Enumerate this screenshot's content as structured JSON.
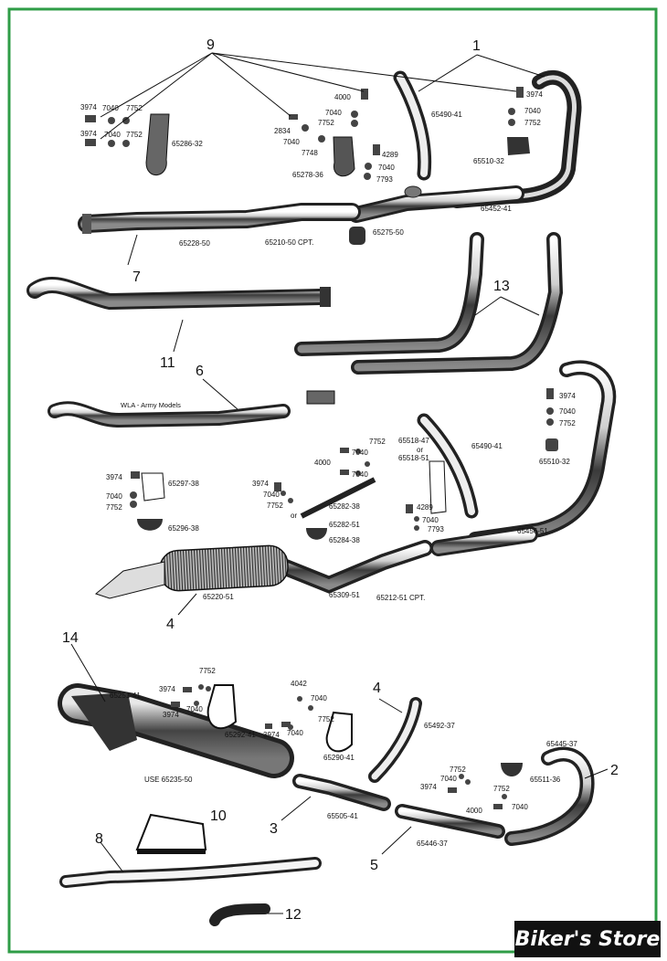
{
  "colors": {
    "border": "#2f9d47",
    "ink": "#111111",
    "badge_bg": "#111111",
    "badge_text": "#ffffff"
  },
  "brand": {
    "logo_text": "Biker's Store"
  },
  "callouts": {
    "c1": "1",
    "c2": "2",
    "c3": "3",
    "c4a": "4",
    "c4b": "4",
    "c5": "5",
    "c6": "6",
    "c7": "7",
    "c8": "8",
    "c9": "9",
    "c10": "10",
    "c11": "11",
    "c12": "12",
    "c13": "13",
    "c14": "14"
  },
  "notes": {
    "wla": "WLA - Army Models",
    "or1": "or",
    "or2": "or",
    "use": "USE 65235-50"
  },
  "part_numbers": {
    "p01": "3974",
    "p02": "7040",
    "p03": "7752",
    "p04": "3974",
    "p05": "7040",
    "p06": "7752",
    "p07": "65286-32",
    "p08": "2834",
    "p09": "7040",
    "p10": "7748",
    "p11": "4000",
    "p12": "7040",
    "p13": "7752",
    "p14": "65278-36",
    "p15": "4289",
    "p16": "7040",
    "p17": "7793",
    "p18": "65490-41",
    "p19": "3974",
    "p20": "7040",
    "p21": "7752",
    "p22": "65510-32",
    "p23": "65452-41",
    "p24": "65228-50",
    "p25": "65210-50 CPT.",
    "p26": "65275-50",
    "p27": "3974",
    "p28": "7040",
    "p29": "7752",
    "p30": "65490-41",
    "p31": "65518-47",
    "p32": "65518-51",
    "p33": "7752",
    "p34": "4000",
    "p35": "7040",
    "p36": "7040",
    "p37": "3974",
    "p38": "7040",
    "p39": "7752",
    "p40": "65282-38",
    "p41": "65282-51",
    "p42": "4289",
    "p43": "7040",
    "p44": "7793",
    "p45": "65510-32",
    "p46": "65456-51",
    "p47": "3974",
    "p48": "65297-38",
    "p49": "7040",
    "p50": "7752",
    "p51": "65296-38",
    "p52": "65284-38",
    "p53": "65220-51",
    "p54": "65309-51",
    "p55": "65212-51 CPT.",
    "p56": "65251-41",
    "p57": "7752",
    "p58": "3974",
    "p59": "7040",
    "p60": "3974",
    "p61": "65292-41",
    "p62": "4042",
    "p63": "7040",
    "p64": "7752",
    "p65": "3974",
    "p66": "7040",
    "p67": "65290-41",
    "p68": "65492-37",
    "p69": "65445-37",
    "p70": "7752",
    "p71": "7040",
    "p72": "3974",
    "p73": "65511-36",
    "p74": "7752",
    "p75": "4000",
    "p76": "7040",
    "p77": "65505-41",
    "p78": "65446-37"
  }
}
